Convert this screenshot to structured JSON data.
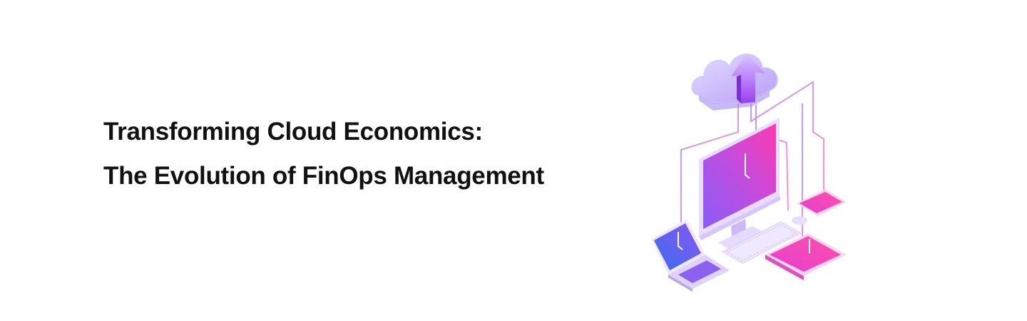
{
  "banner": {
    "title_line_1": "Transforming Cloud Economics:",
    "title_line_2": "The Evolution of FinOps Management"
  },
  "illustration": {
    "subject": "cloud-network-devices",
    "devices": [
      "cloud-icon",
      "desktop-monitor-icon",
      "laptop-icon",
      "smartphone-icon",
      "tablet-icon",
      "keyboard-icon",
      "mouse-icon"
    ],
    "colors": {
      "gradient_start": "#3a6df0",
      "gradient_mid": "#a24cf0",
      "gradient_end": "#f03aa8",
      "cloud": "#c9b6f7",
      "device_light": "#f3ecff"
    }
  }
}
